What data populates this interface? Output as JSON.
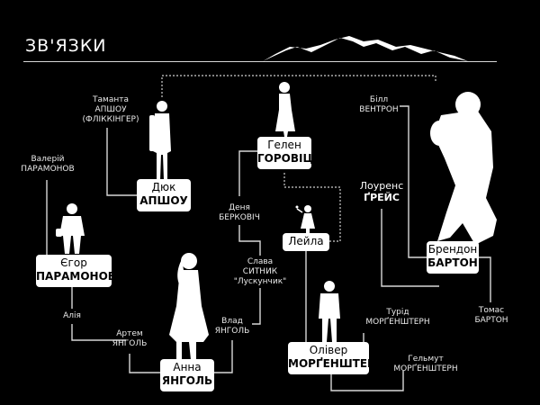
{
  "title": "ЗВ'ЯЗКИ",
  "characters": {
    "duke": {
      "first": "Дюк",
      "last": "АПШОУ"
    },
    "helen": {
      "first": "Гелен",
      "last": "ГОРОВІЦ"
    },
    "yegor": {
      "first": "Єгор",
      "last": "ПАРАМОНОВ"
    },
    "brendon": {
      "first": "Брендон",
      "last": "БАРТОН"
    },
    "leila": {
      "first": "Лейла"
    },
    "anna": {
      "first": "Анна",
      "last": "ЯНГОЛЬ"
    },
    "oliver": {
      "first": "Олівер",
      "last": "МОРҐЕНШТЕРН"
    }
  },
  "labels": {
    "tamanta": [
      "Таманта",
      "АПШОУ",
      "(ФЛІККІНГЕР)"
    ],
    "valeriy": [
      "Валерій",
      "ПАРАМОНОВ"
    ],
    "bill": [
      "Білл",
      "ВЕНТРОН"
    ],
    "lawrence": [
      "Лоуренс",
      "ҐРЕЙС"
    ],
    "denya": [
      "Деня",
      "БЕРКОВІЧ"
    ],
    "slava": [
      "Слава",
      "СИТНИК",
      "\"Лускунчик\""
    ],
    "aliya": [
      "Алія"
    ],
    "artem": [
      "Артем",
      "ЯНГОЛЬ"
    ],
    "vlad": [
      "Влад",
      "ЯНГОЛЬ"
    ],
    "turid": [
      "Турід",
      "МОРҐЕНШТЕРН"
    ],
    "tomas": [
      "Томас",
      "БАРТОН"
    ],
    "gelmut": [
      "Гельмут",
      "МОРҐЕНШТЕРН"
    ]
  }
}
